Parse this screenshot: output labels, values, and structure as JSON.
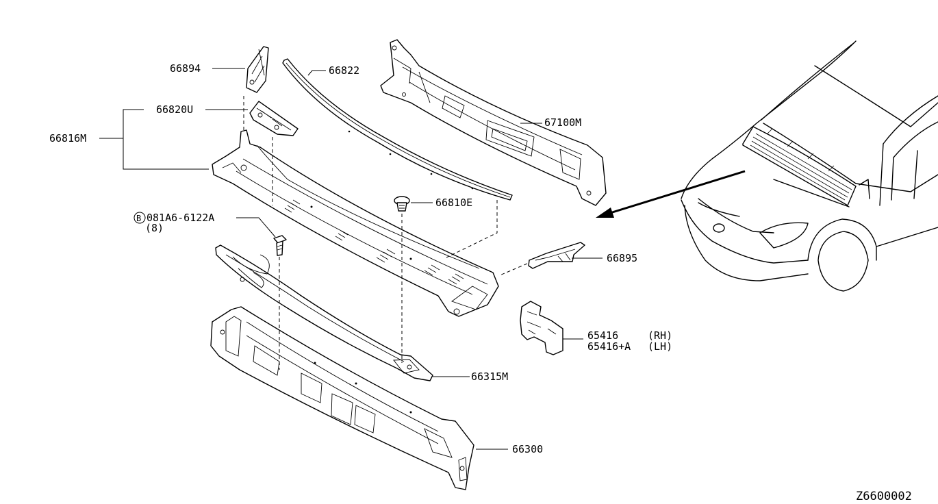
{
  "labels": {
    "p66894": "66894",
    "p66822": "66822",
    "p66820u": "66820U",
    "p66816m": "66816M",
    "p67100m": "67100M",
    "p66810e": "66810E",
    "bolt_circle": "B",
    "bolt_code": "081A6-6122A",
    "bolt_qty": "(8)",
    "p66895": "66895",
    "p65416": "65416",
    "p65416_side": "(RH)",
    "p65416a": "65416+A",
    "p65416a_side": "(LH)",
    "p66315m": "66315M",
    "p66300": "66300"
  },
  "diagram_id": "Z6600002",
  "colors": {
    "line": "#000000",
    "background": "#ffffff"
  }
}
